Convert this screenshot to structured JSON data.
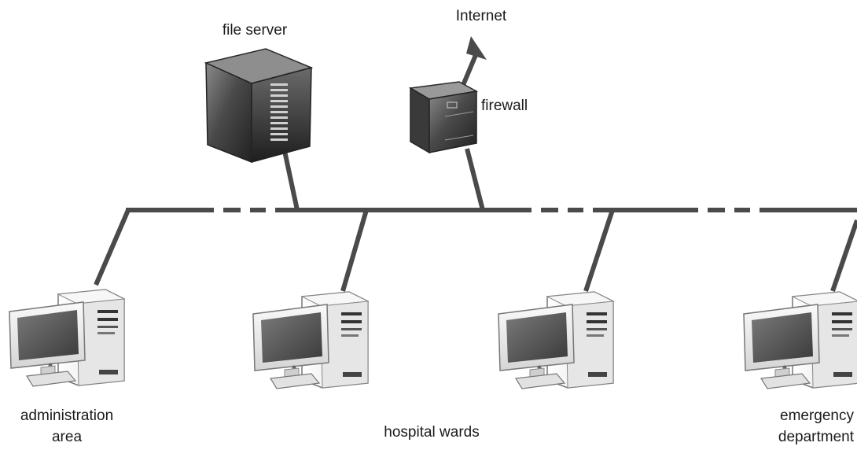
{
  "labels": {
    "file_server": "file server",
    "internet": "Internet",
    "firewall": "firewall",
    "admin_line1": "administration",
    "admin_line2": "area",
    "wards": "hospital wards",
    "emergency_line1": "emergency",
    "emergency_line2": "department"
  },
  "icons": {
    "file_server": "server-tower-icon",
    "firewall": "firewall-tower-icon",
    "workstation": "desktop-computer-icon",
    "internet": "arrow-up-right-icon"
  },
  "colors": {
    "cable": "#4a4a4a",
    "server_dark": "#3a3a3a",
    "monitor_frame": "#f2f2f2",
    "screen": "#555555",
    "text": "#1a1a1a"
  }
}
